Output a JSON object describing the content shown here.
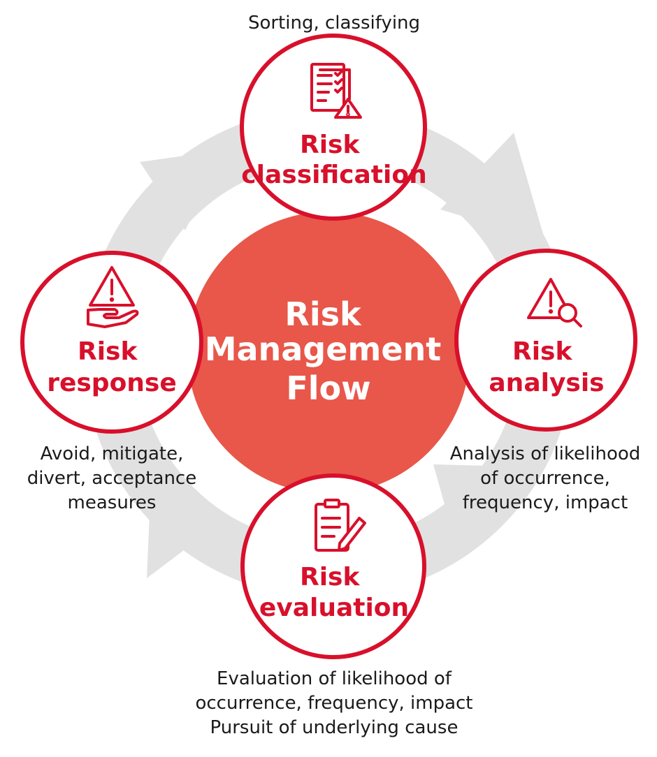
{
  "colors": {
    "accent": "#d8102b",
    "center_fill": "#e8574a",
    "ring_gray": "#e1e1e1",
    "text": "#1a1a1a",
    "white": "#ffffff"
  },
  "center": {
    "lines": [
      "Risk",
      "Management",
      "Flow"
    ]
  },
  "nodes": [
    {
      "id": "classification",
      "icon": "checklist-warning-icon",
      "title_lines": [
        "Risk",
        "classification"
      ],
      "description_lines": [
        "Sorting, classifying"
      ]
    },
    {
      "id": "analysis",
      "icon": "warning-magnifier-icon",
      "title_lines": [
        "Risk",
        "analysis"
      ],
      "description_lines": [
        "Analysis of likelihood",
        "of occurrence,",
        "frequency, impact"
      ]
    },
    {
      "id": "evaluation",
      "icon": "clipboard-pencil-icon",
      "title_lines": [
        "Risk",
        "evaluation"
      ],
      "description_lines": [
        "Evaluation of likelihood of",
        "occurrence, frequency, impact",
        "Pursuit of underlying cause"
      ]
    },
    {
      "id": "response",
      "icon": "hand-warning-icon",
      "title_lines": [
        "Risk",
        "response"
      ],
      "description_lines": [
        "Avoid, mitigate,",
        "divert, acceptance",
        "measures"
      ]
    }
  ]
}
